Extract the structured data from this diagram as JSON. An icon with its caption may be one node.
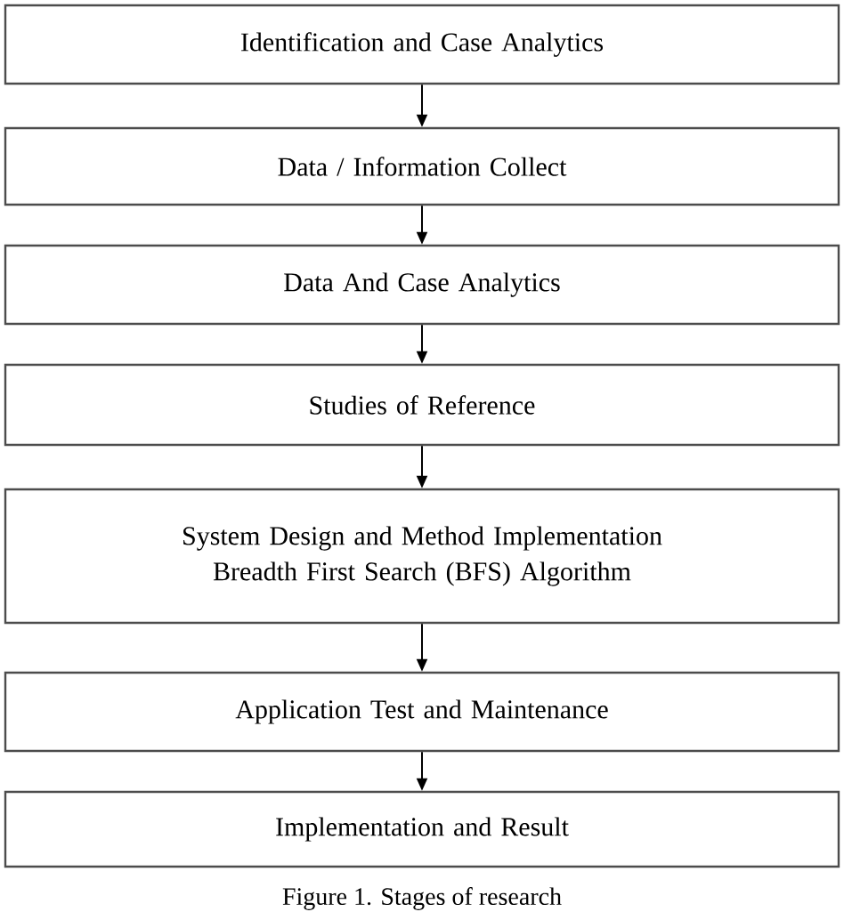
{
  "diagram": {
    "caption": "Figure 1. Stages of research",
    "nodes": [
      {
        "text": [
          "Identification and Case Analytics"
        ]
      },
      {
        "text": [
          "Data / Information Collect"
        ]
      },
      {
        "text": [
          "Data And Case Analytics"
        ]
      },
      {
        "text": [
          "Studies of Reference"
        ]
      },
      {
        "text": [
          "System Design and Method Implementation Breadth First Search (BFS) Algorithm"
        ]
      },
      {
        "text": [
          "Application Test and Maintenance"
        ]
      },
      {
        "text": [
          "Implementation and Result"
        ]
      }
    ],
    "edges": [
      {
        "from": 0,
        "to": 1,
        "arrow": "to"
      },
      {
        "from": 1,
        "to": 2,
        "arrow": "to"
      },
      {
        "from": 2,
        "to": 3,
        "arrow": "to"
      },
      {
        "from": 3,
        "to": 4,
        "arrow": "to"
      },
      {
        "from": 4,
        "to": 5,
        "arrow": "to"
      },
      {
        "from": 5,
        "to": 6,
        "arrow": "to"
      }
    ]
  }
}
